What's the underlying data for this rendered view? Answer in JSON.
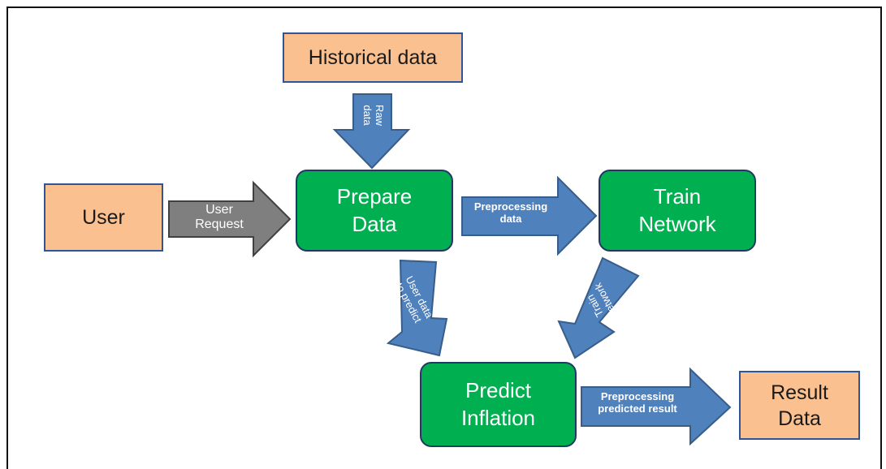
{
  "nodes": {
    "historical": "Historical data",
    "user": "User",
    "prepare": "Prepare\nData",
    "train": "Train\nNetwork",
    "predict": "Predict\nInflation",
    "result": "Result\nData"
  },
  "arrows": {
    "raw_data": "Raw\ndata",
    "user_request": "User\nRequest",
    "preprocessing_data": "Preprocessing\ndata",
    "user_data_to_predict": "User data\nto predict",
    "train_network": "Train\nnetwork",
    "preprocessing_predicted": "Preprocessing\npredicted result"
  },
  "colors": {
    "input_box": "#FAC090",
    "process_box": "#00B050",
    "arrow_blue": "#4F81BD",
    "arrow_gray": "#7F7F7F"
  }
}
